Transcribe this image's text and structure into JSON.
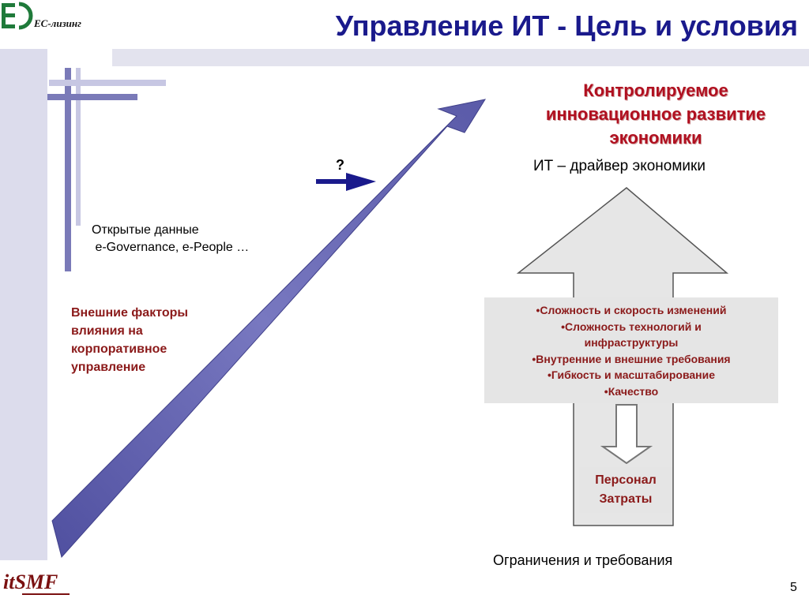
{
  "logo": {
    "text": "ЕС-лизинг"
  },
  "header": {
    "title": "Управление ИТ  - Цель и условия"
  },
  "goal": {
    "title_lines": [
      "Контролируемое",
      "инновационное развитие",
      "экономики"
    ],
    "subtitle": "ИТ – драйвер экономики"
  },
  "question": "?",
  "open_data": {
    "line1": "Открытые данные",
    "line2": " e-Governance, e-People …"
  },
  "external_factors": {
    "lines": [
      "Внешние факторы",
      "влияния на",
      "корпоративное",
      "управление"
    ]
  },
  "factors": {
    "items": [
      "•Сложность и скорость изменений",
      "•Сложность технологий и",
      "инфраструктуры",
      "•Внутренние и внешние требования",
      "•Гибкость и масштабирование",
      "•Качество"
    ]
  },
  "personnel": {
    "lines": [
      "Персонал",
      "Затраты"
    ]
  },
  "constraints": "Ограничения и требования",
  "page_number": "5",
  "footer_logo": {
    "text": "itSMF"
  },
  "colors": {
    "title": "#1a1a8c",
    "goal": "#b01020",
    "factors_text": "#8b1a1a",
    "diagonal_arrow": "#5f5fa8",
    "big_arrow_fill": "#e6e6e6"
  }
}
